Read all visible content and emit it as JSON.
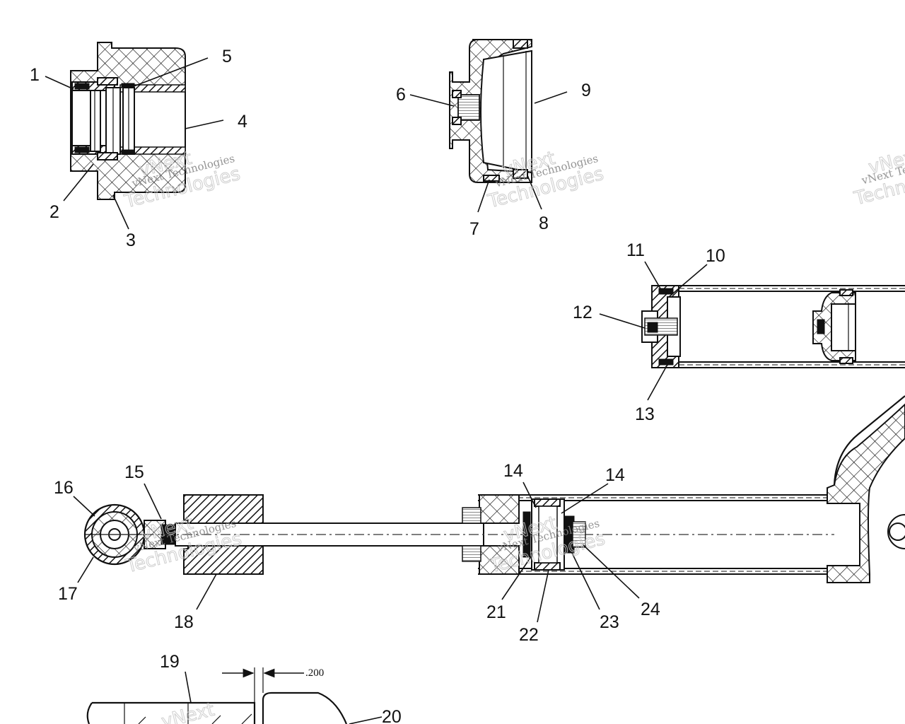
{
  "diagram": {
    "callouts": [
      {
        "id": "c1",
        "text": "1"
      },
      {
        "id": "c2",
        "text": "2"
      },
      {
        "id": "c3",
        "text": "3"
      },
      {
        "id": "c4",
        "text": "4"
      },
      {
        "id": "c5",
        "text": "5"
      },
      {
        "id": "c6",
        "text": "6"
      },
      {
        "id": "c7",
        "text": "7"
      },
      {
        "id": "c8",
        "text": "8"
      },
      {
        "id": "c9",
        "text": "9"
      },
      {
        "id": "c10",
        "text": "10"
      },
      {
        "id": "c11",
        "text": "11"
      },
      {
        "id": "c12",
        "text": "12"
      },
      {
        "id": "c13",
        "text": "13"
      },
      {
        "id": "c14a",
        "text": "14"
      },
      {
        "id": "c14b",
        "text": "14"
      },
      {
        "id": "c15",
        "text": "15"
      },
      {
        "id": "c16",
        "text": "16"
      },
      {
        "id": "c17",
        "text": "17"
      },
      {
        "id": "c18",
        "text": "18"
      },
      {
        "id": "c19",
        "text": "19"
      },
      {
        "id": "c20",
        "text": "20"
      },
      {
        "id": "c21",
        "text": "21"
      },
      {
        "id": "c22",
        "text": "22"
      },
      {
        "id": "c23",
        "text": "23"
      },
      {
        "id": "c24",
        "text": "24"
      }
    ],
    "dimension_label": ".200",
    "watermark": {
      "brand": "vNext",
      "line1": "vNext Technologies",
      "line2": "Technologies"
    }
  }
}
